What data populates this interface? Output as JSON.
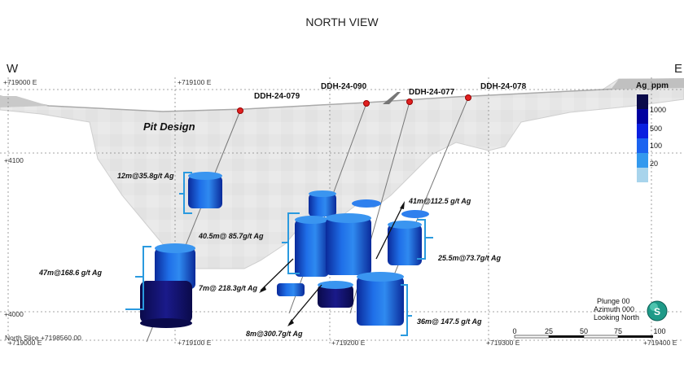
{
  "title": "NORTH VIEW",
  "directions": {
    "west": "W",
    "east": "E"
  },
  "easting_labels_top": [
    "+719000 E",
    "+719100 E"
  ],
  "easting_labels_bottom": [
    "+719000 E",
    "+719100 E",
    "+719200 E",
    "+719300 E",
    "+719400 E"
  ],
  "elevation_labels": [
    "+4100",
    "+4000"
  ],
  "slice_label": "North Slice +7198560.00",
  "pit_label": "Pit Design",
  "drill_holes": [
    "DDH-24-079",
    "DDH-24-090",
    "DDH-24-077",
    "DDH-24-078"
  ],
  "intercepts": [
    "12m@35.8g/t Ag",
    "40.5m@ 85.7g/t Ag",
    "47m@168.6 g/t Ag",
    "7m@ 218.3g/t Ag",
    "8m@300.7g/t Ag",
    "41m@112.5 g/t Ag",
    "25.5m@73.7g/t Ag",
    "36m@ 147.5 g/t Ag"
  ],
  "legend": {
    "title": "Ag_ppm",
    "values": [
      "1000",
      "500",
      "100",
      "20"
    ],
    "colors": [
      "#0a0a4a",
      "#0000a0",
      "#0a1fe0",
      "#1b63f0",
      "#3399ee",
      "#a8d4ec"
    ]
  },
  "view_info": {
    "plunge": "Plunge 00",
    "azimuth": "Azimuth 000",
    "looking": "Looking North"
  },
  "compass_letter": "S",
  "scale_bar": {
    "labels": [
      "0",
      "25",
      "50",
      "75",
      "100"
    ]
  }
}
